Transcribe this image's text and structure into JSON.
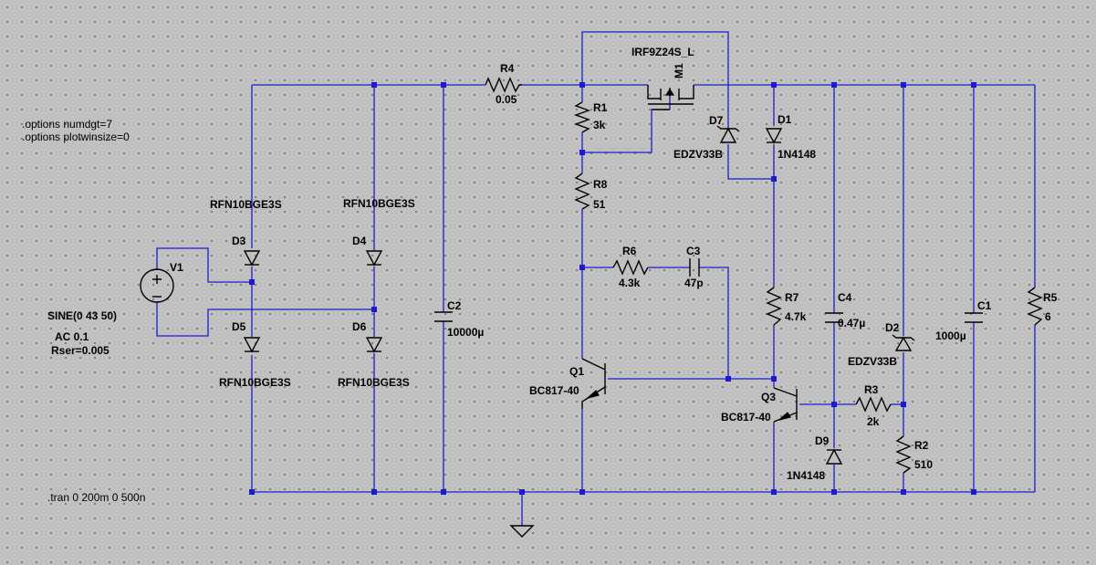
{
  "directives": {
    "options1": ".options numdgt=7",
    "options2": ".options plotwinsize=0",
    "tran": ".tran 0 200m 0 500n"
  },
  "source": {
    "name": "V1",
    "value": "SINE(0 43 50)",
    "ac": "AC 0.1",
    "rser": "Rser=0.005"
  },
  "components": {
    "D3": {
      "name": "D3",
      "value": "RFN10BGE3S"
    },
    "D4": {
      "name": "D4",
      "value": "RFN10BGE3S"
    },
    "D5": {
      "name": "D5",
      "value": "RFN10BGE3S"
    },
    "D6": {
      "name": "D6",
      "value": "RFN10BGE3S"
    },
    "C2": {
      "name": "C2",
      "value": "10000µ"
    },
    "R4": {
      "name": "R4",
      "value": "0.05"
    },
    "M1": {
      "name": "M1",
      "value": "IRF9Z24S_L"
    },
    "R1": {
      "name": "R1",
      "value": "3k"
    },
    "R8": {
      "name": "R8",
      "value": "51"
    },
    "R6": {
      "name": "R6",
      "value": "4.3k"
    },
    "C3": {
      "name": "C3",
      "value": "47p"
    },
    "D7": {
      "name": "D7",
      "value": "EDZV33B"
    },
    "D1": {
      "name": "D1",
      "value": "1N4148"
    },
    "R7": {
      "name": "R7",
      "value": "4.7k"
    },
    "C4": {
      "name": "C4",
      "value": "0.47µ"
    },
    "D2": {
      "name": "D2",
      "value": "EDZV33B"
    },
    "R3": {
      "name": "R3",
      "value": "2k"
    },
    "R2": {
      "name": "R2",
      "value": "510"
    },
    "D9": {
      "name": "D9",
      "value": "1N4148"
    },
    "Q1": {
      "name": "Q1",
      "value": "BC817-40"
    },
    "Q3": {
      "name": "Q3",
      "value": "BC817-40"
    },
    "C1": {
      "name": "C1",
      "value": "1000µ"
    },
    "R5": {
      "name": "R5",
      "value": "6"
    }
  }
}
